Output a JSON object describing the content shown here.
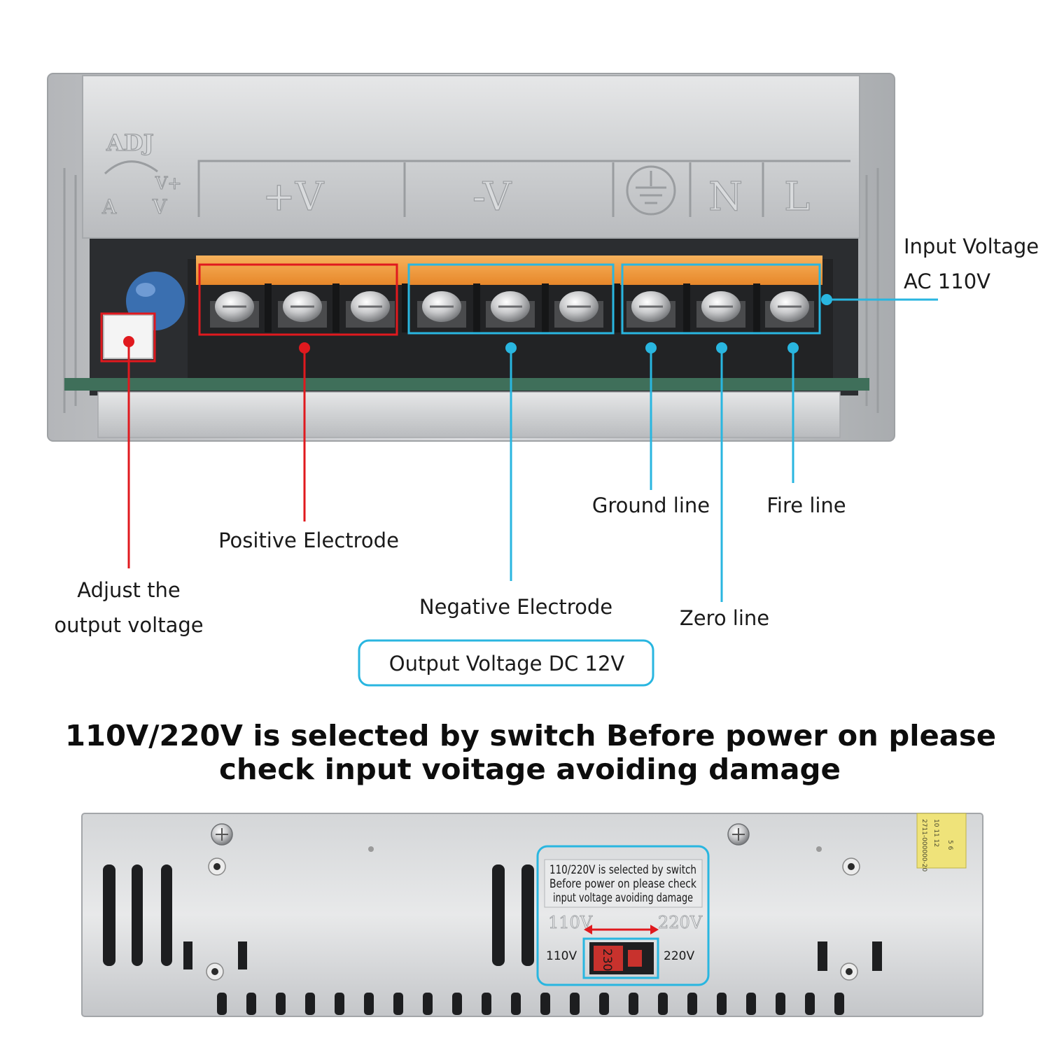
{
  "terminal_panel": {
    "adjust_engraving": "ADJ",
    "adjust_a": "A",
    "adjust_v": "V",
    "adjust_vplus": "V+",
    "plus_v": "+V",
    "minus_v": "-V",
    "neutral": "N",
    "live": "L"
  },
  "callouts": {
    "input_voltage_line1": "Input Voltage",
    "input_voltage_line2": "AC 110V",
    "ground_line": "Ground line",
    "fire_line": "Fire line",
    "positive_electrode": "Positive Electrode",
    "adjust_line1": "Adjust the",
    "adjust_line2": "output voltage",
    "negative_electrode": "Negative Electrode",
    "zero_line": "Zero line",
    "output_voltage": "Output Voltage DC 12V"
  },
  "warning": {
    "line1": "110V/220V is selected by switch Before power on please",
    "line2": "check input voitage avoiding damage"
  },
  "bottom_panel": {
    "plate_line1": "110/220V is selected by switch",
    "plate_line2": "Before power on please check",
    "plate_line3": "input voltage avoiding damage",
    "plate_110": "110V",
    "plate_220": "220V",
    "switch_left": "110V",
    "switch_right": "220V",
    "switch_value": "230",
    "label_row1": "5  6",
    "label_row2": "10 11 12",
    "label_code": "2711-000000-20"
  },
  "colors": {
    "red": "#e0191e",
    "cyan": "#29b6e0",
    "orange": "#f39c3c",
    "metal": "#c9cbce"
  }
}
